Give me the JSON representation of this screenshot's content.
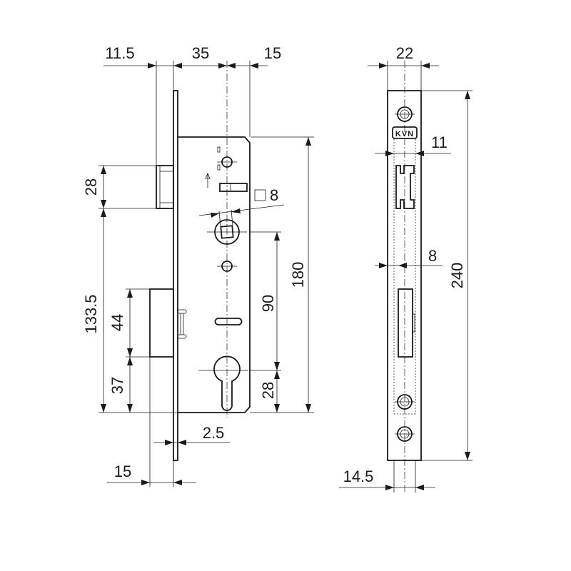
{
  "title": "Mortise lock technical drawing",
  "brand_badge": "KVN",
  "front_view": {
    "dimensions": {
      "backset_offset": "11.5",
      "backset": "35",
      "body_edge": "15",
      "latch_height": "28",
      "latch_to_bottom": "133.5",
      "deadbolt_height": "44",
      "deadbolt_to_bottom": "37",
      "body_height": "180",
      "follower_to_cylinder": "90",
      "cylinder_to_bottom": "28",
      "faceplate_thickness": "2.5",
      "deadbolt_throw": "15",
      "square_follower": "8"
    }
  },
  "side_view": {
    "dimensions": {
      "faceplate_width": "22",
      "latch_width": "11",
      "deadbolt_width": "8",
      "faceplate_length": "240",
      "body_width": "14.5"
    }
  },
  "colors": {
    "line": "#1a1a1a",
    "background": "#ffffff"
  }
}
